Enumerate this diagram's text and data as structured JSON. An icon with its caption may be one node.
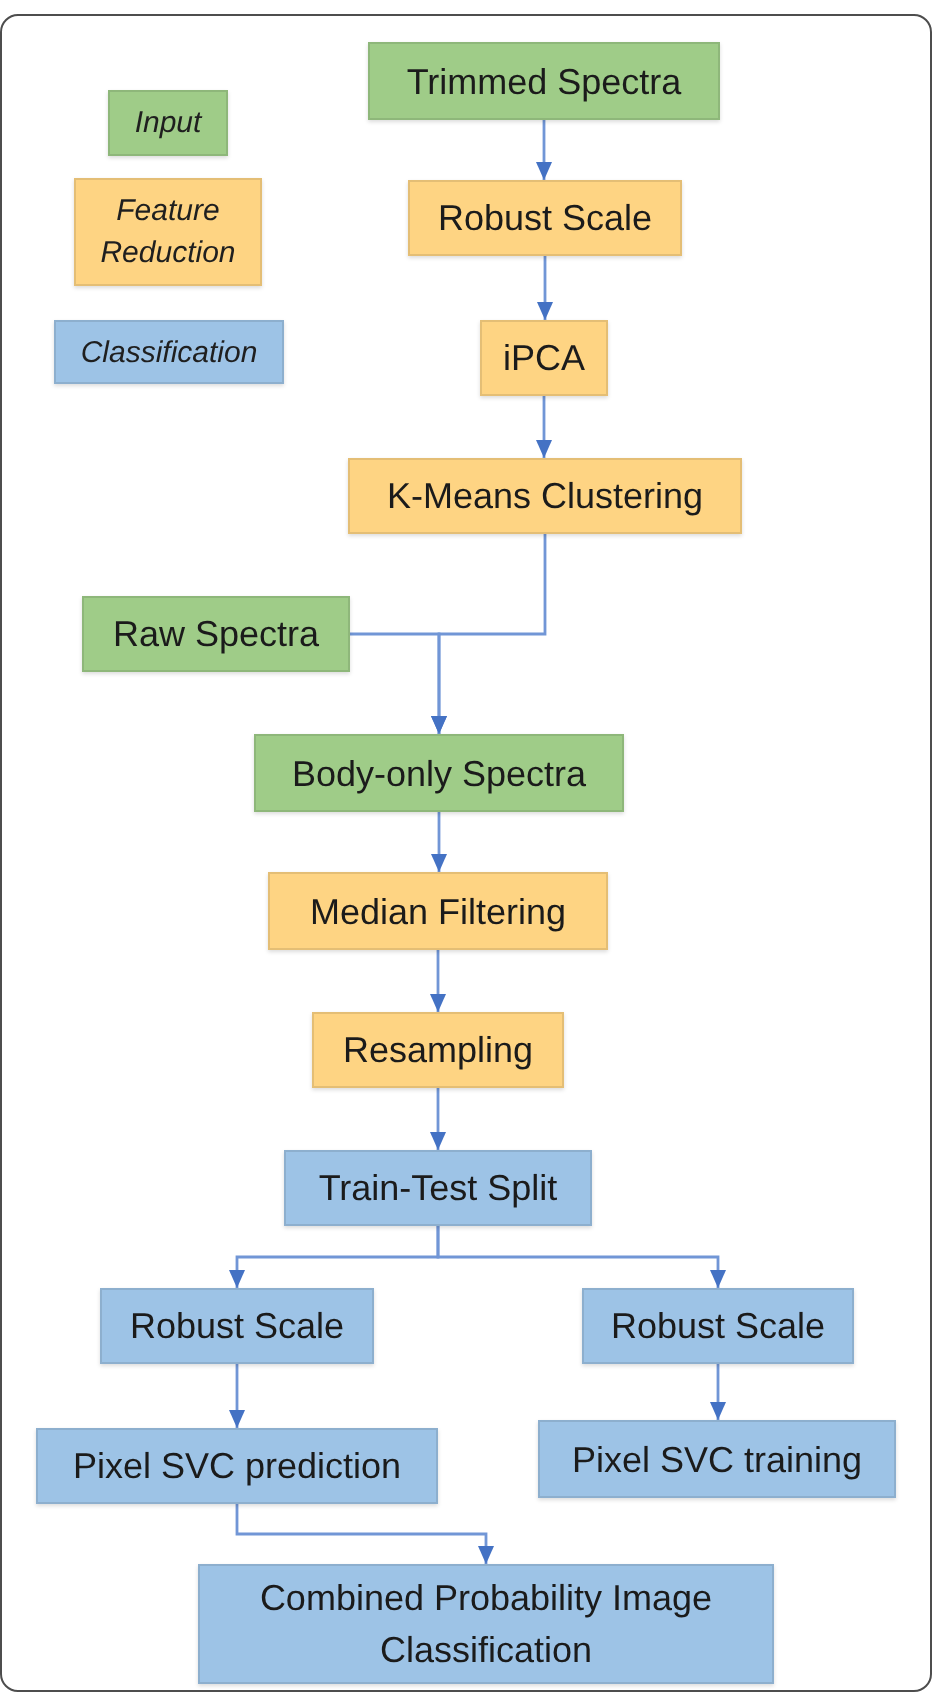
{
  "diagram": {
    "nodes": [
      {
        "text": [
          "Trimmed Spectra"
        ]
      },
      {
        "text": [
          "Robust Scale"
        ]
      },
      {
        "text": [
          "iPCA"
        ]
      },
      {
        "text": [
          "K-Means Clustering"
        ]
      },
      {
        "text": [
          "Raw Spectra"
        ]
      },
      {
        "text": [
          "Body-only Spectra"
        ]
      },
      {
        "text": [
          "Median Filtering"
        ]
      },
      {
        "text": [
          "Resampling"
        ]
      },
      {
        "text": [
          "Train-Test Split"
        ]
      },
      {
        "text": [
          "Robust Scale"
        ]
      },
      {
        "text": [
          "Robust Scale"
        ]
      },
      {
        "text": [
          "Pixel SVC prediction"
        ]
      },
      {
        "text": [
          "Pixel SVC training"
        ]
      },
      {
        "text": [
          "Combined Probability Image Classification"
        ]
      }
    ],
    "edges": [
      {
        "from": 0,
        "to": 1,
        "arrow": "to"
      },
      {
        "from": 1,
        "to": 2,
        "arrow": "to"
      },
      {
        "from": 2,
        "to": 3,
        "arrow": "to"
      },
      {
        "from": 3,
        "to": 5,
        "arrow": "to"
      },
      {
        "from": 4,
        "to": 5,
        "arrow": "to"
      },
      {
        "from": 5,
        "to": 6,
        "arrow": "to"
      },
      {
        "from": 6,
        "to": 7,
        "arrow": "to"
      },
      {
        "from": 7,
        "to": 8,
        "arrow": "to"
      },
      {
        "from": 8,
        "to": 9,
        "arrow": "to"
      },
      {
        "from": 8,
        "to": 10,
        "arrow": "to"
      },
      {
        "from": 9,
        "to": 11,
        "arrow": "to"
      },
      {
        "from": 10,
        "to": 12,
        "arrow": "to"
      },
      {
        "from": 11,
        "to": 13,
        "arrow": "to"
      }
    ],
    "legend": [
      {
        "text": "Input",
        "color": "#9fcc88"
      },
      {
        "text": "Feature Reduction",
        "color": "#fed483"
      },
      {
        "text": "Classification",
        "color": "#9dc3e6"
      }
    ]
  }
}
